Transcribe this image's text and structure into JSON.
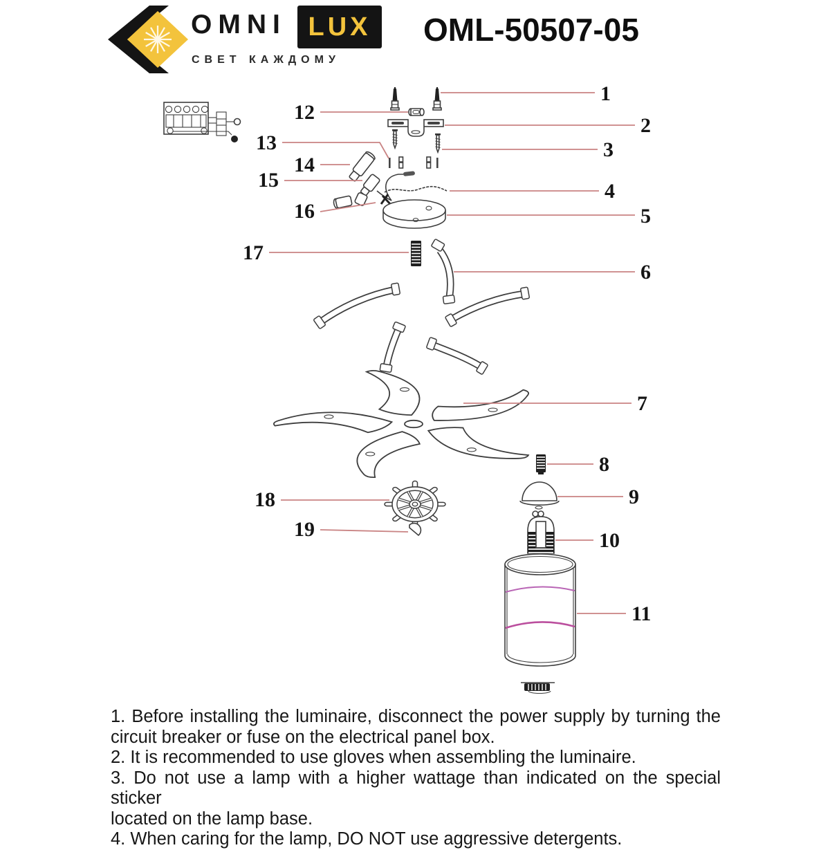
{
  "header": {
    "brand": {
      "omni": "OMNI",
      "lux": "LUX",
      "tagline": "СВЕТ КАЖДОМУ"
    },
    "model_code": "OML-50507-05"
  },
  "diagram": {
    "part_labels": [
      "1",
      "2",
      "3",
      "4",
      "5",
      "6",
      "7",
      "8",
      "9",
      "10",
      "11",
      "12",
      "13",
      "14",
      "15",
      "16",
      "17",
      "18",
      "19"
    ],
    "colors": {
      "leader_line": "#c98383",
      "outline": "#3d3d3d",
      "brand_yellow": "#f3c33c",
      "shade_band_top": "#b965b5",
      "shade_band_bottom": "#bb4f9e"
    }
  },
  "instructions": {
    "lines": [
      "1. Before installing the luminaire, disconnect the power supply by turning the",
      "circuit breaker or fuse on the electrical panel box.",
      "2. It is recommended to use gloves when assembling the luminaire.",
      "3. Do not use a lamp with a higher wattage than indicated on the special sticker",
      "located on the lamp base.",
      "4. When caring for the lamp, DO NOT use aggressive detergents."
    ]
  }
}
